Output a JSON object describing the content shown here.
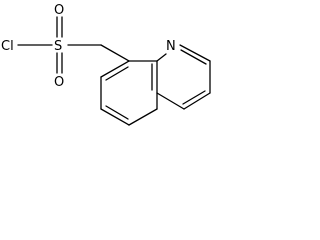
{
  "structure": {
    "atoms": {
      "chlorine": "Cl",
      "sulfur": "S",
      "oxygen_top": "O",
      "oxygen_bottom": "O",
      "nitrogen": "N"
    }
  }
}
